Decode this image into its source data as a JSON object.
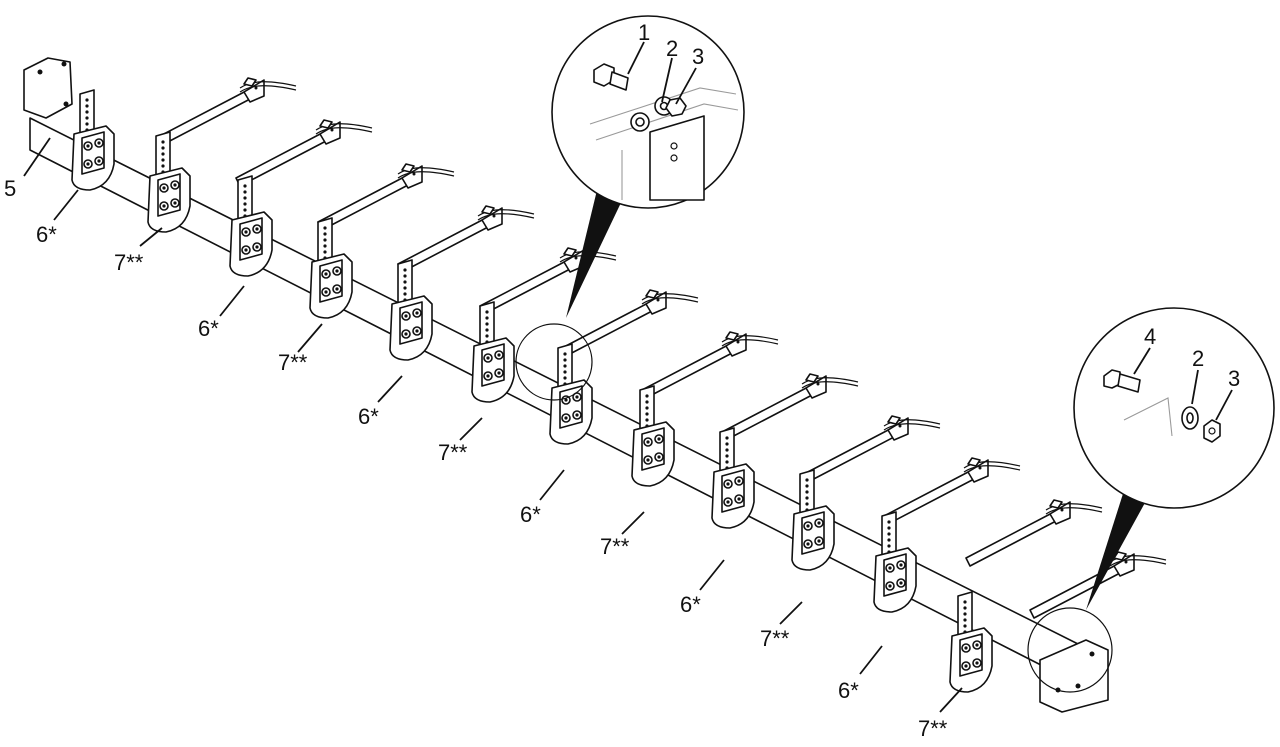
{
  "figure": {
    "main_callouts": {
      "c5": "5",
      "c6_1": "6*",
      "c7_1": "7**",
      "c6_2": "6*",
      "c7_2": "7**",
      "c6_3": "6*",
      "c7_3": "7**",
      "c6_4": "6*",
      "c7_4": "7**",
      "c6_5": "6*",
      "c7_5": "7**",
      "c6_6": "6*",
      "c7_6": "7**"
    },
    "detail_top": {
      "c1": "1",
      "c2": "2",
      "c3": "3"
    },
    "detail_bottom": {
      "c4": "4",
      "c2": "2",
      "c3": "3"
    }
  },
  "colors": {
    "line": "#111111",
    "ghost": "#9a9a9a",
    "background": "#ffffff"
  }
}
